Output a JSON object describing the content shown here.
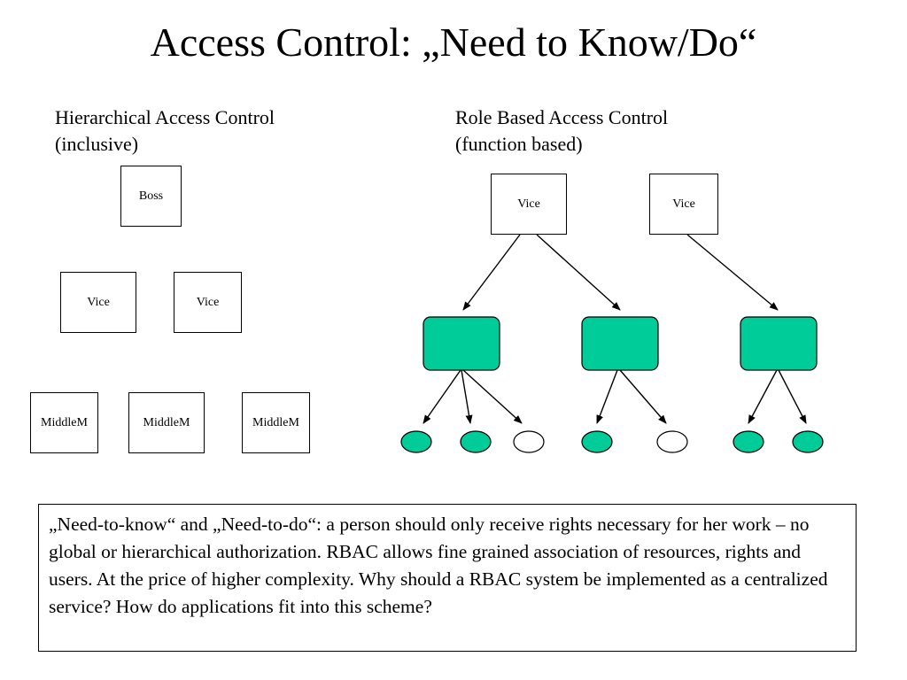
{
  "title": "Access Control: „Need to Know/Do“",
  "hierarchical": {
    "heading_line1": "Hierarchical Access Control",
    "heading_line2": "(inclusive)",
    "boss": "Boss",
    "vices": [
      "Vice",
      "Vice"
    ],
    "middles": [
      "MiddleM",
      "MiddleM",
      "MiddleM"
    ]
  },
  "rbac": {
    "heading_line1": "Role Based Access Control",
    "heading_line2": "(function based)",
    "vices": [
      "Vice",
      "Vice"
    ],
    "role_color": "#00cc99",
    "resources": [
      {
        "filled": true
      },
      {
        "filled": true
      },
      {
        "filled": false
      },
      {
        "filled": true
      },
      {
        "filled": false
      },
      {
        "filled": true
      },
      {
        "filled": true
      }
    ]
  },
  "note": "„Need-to-know“ and „Need-to-do“: a person should only receive rights necessary for her work – no global or hierarchical authorization. RBAC allows fine grained association of resources, rights and users. At the price of higher complexity. Why should a RBAC system be implemented as a centralized service? How do applications fit into this scheme?"
}
